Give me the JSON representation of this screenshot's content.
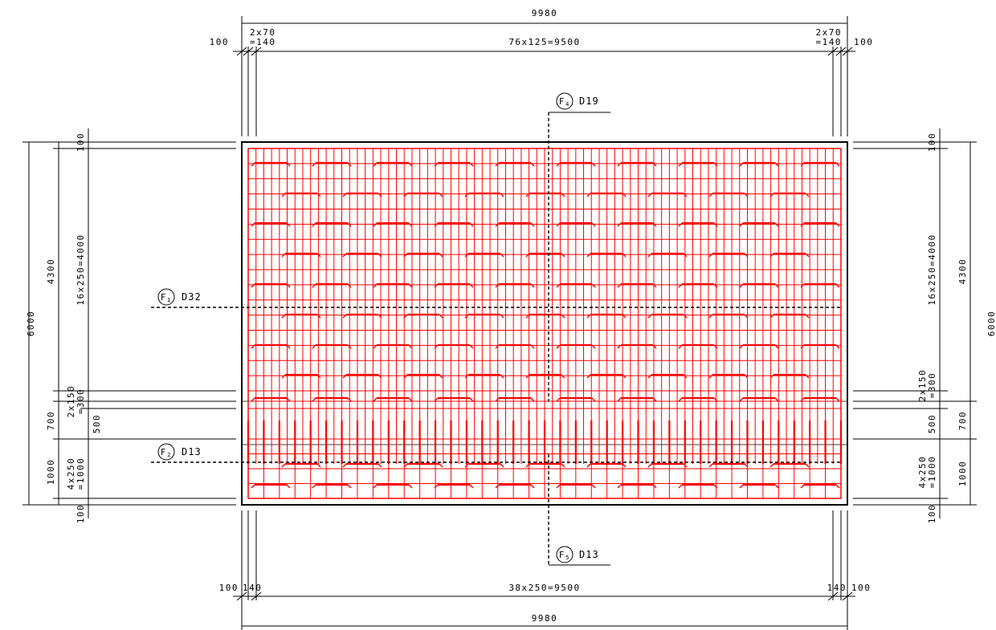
{
  "colors": {
    "rebar": "#ff0000",
    "line": "#000000"
  },
  "dimensions": {
    "top_overall": "9980",
    "top_left_end": "100",
    "top_left_pair_a": "2x70",
    "top_left_pair_b": "=140",
    "top_main": "76x125=9500",
    "top_right_pair_a": "2x70",
    "top_right_pair_b": "=140",
    "top_right_end": "100",
    "bottom_left_end": "100",
    "bottom_left_140": "140",
    "bottom_main": "38x250=9500",
    "bottom_right_140": "140",
    "bottom_right_end": "100",
    "bottom_overall": "9980",
    "left_overall": "6000",
    "left_4300": "4300",
    "left_700": "700",
    "left_1000": "1000",
    "left_top_100": "100",
    "left_16x250": "16x250=4000",
    "left_2x150_a": "2x150",
    "left_2x150_b": "=300",
    "left_500": "500",
    "left_4x250_a": "4x250",
    "left_4x250_b": "=1000",
    "left_bottom_100": "100",
    "right_overall": "6000",
    "right_4300": "4300",
    "right_700": "700",
    "right_1000": "1000",
    "right_top_100": "100",
    "right_16x250": "16x250=4000",
    "right_2x150_a": "2x150",
    "right_2x150_b": "=300",
    "right_500": "500",
    "right_4x250_a": "4x250",
    "right_4x250_b": "=1000",
    "right_bottom_100": "100"
  },
  "bar_marks": [
    {
      "id": "F1",
      "letter": "F",
      "num": "1",
      "size": "D32"
    },
    {
      "id": "F2",
      "letter": "F",
      "num": "2",
      "size": "D13"
    },
    {
      "id": "F4",
      "letter": "F",
      "num": "4",
      "size": "D19"
    },
    {
      "id": "F5",
      "letter": "F",
      "num": "5",
      "size": "D13"
    }
  ]
}
